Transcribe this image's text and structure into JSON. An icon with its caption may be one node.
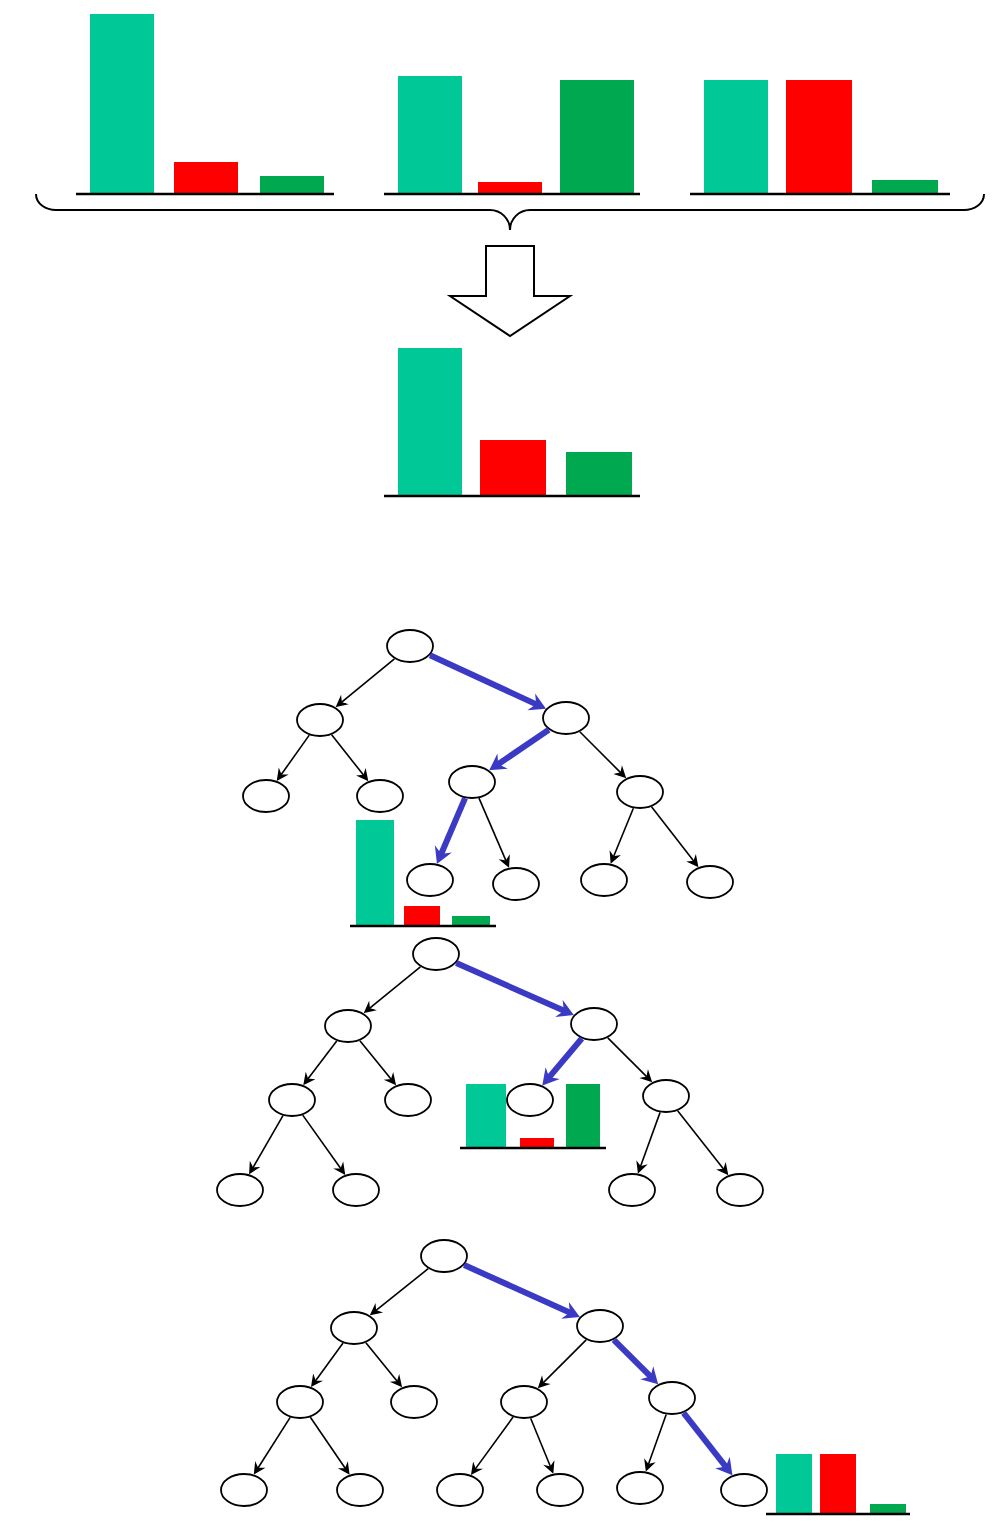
{
  "diagram": {
    "nodes": [
      {
        "text": [],
        "shape": "ellipse"
      },
      {
        "text": [],
        "shape": "ellipse"
      },
      {
        "text": [],
        "shape": "ellipse"
      },
      {
        "text": [],
        "shape": "ellipse"
      },
      {
        "text": [],
        "shape": "ellipse"
      },
      {
        "text": [],
        "shape": "ellipse"
      },
      {
        "text": [],
        "shape": "ellipse"
      },
      {
        "text": [],
        "shape": "ellipse"
      },
      {
        "text": [],
        "shape": "ellipse"
      },
      {
        "text": [],
        "shape": "ellipse"
      },
      {
        "text": [],
        "shape": "ellipse"
      },
      {
        "text": [],
        "shape": "ellipse"
      },
      {
        "text": [],
        "shape": "ellipse"
      },
      {
        "text": [],
        "shape": "ellipse"
      },
      {
        "text": [],
        "shape": "ellipse"
      },
      {
        "text": [],
        "shape": "ellipse"
      },
      {
        "text": [],
        "shape": "ellipse"
      },
      {
        "text": [],
        "shape": "ellipse"
      },
      {
        "text": [],
        "shape": "ellipse"
      },
      {
        "text": [],
        "shape": "ellipse"
      },
      {
        "text": [],
        "shape": "ellipse"
      },
      {
        "text": [],
        "shape": "ellipse"
      },
      {
        "text": [],
        "shape": "ellipse"
      },
      {
        "text": [],
        "shape": "ellipse"
      },
      {
        "text": [],
        "shape": "ellipse"
      },
      {
        "text": [],
        "shape": "ellipse"
      },
      {
        "text": [],
        "shape": "ellipse"
      },
      {
        "text": [],
        "shape": "ellipse"
      },
      {
        "text": [],
        "shape": "ellipse"
      },
      {
        "text": [],
        "shape": "ellipse"
      },
      {
        "text": [],
        "shape": "ellipse"
      },
      {
        "text": [],
        "shape": "ellipse"
      },
      {
        "text": [],
        "shape": "ellipse"
      },
      {
        "text": [],
        "shape": "ellipse"
      },
      {
        "text": [],
        "shape": "ellipse"
      }
    ],
    "edges": [
      {
        "from": 0,
        "to": 1,
        "arrow": "to"
      },
      {
        "from": 0,
        "to": 2,
        "arrow": "to",
        "style": "thick",
        "color": "#3a3ac4"
      },
      {
        "from": 1,
        "to": 3,
        "arrow": "to"
      },
      {
        "from": 1,
        "to": 4,
        "arrow": "to"
      },
      {
        "from": 2,
        "to": 5,
        "arrow": "to",
        "style": "thick",
        "color": "#3a3ac4"
      },
      {
        "from": 2,
        "to": 6,
        "arrow": "to"
      },
      {
        "from": 5,
        "to": 7,
        "arrow": "to",
        "style": "thick",
        "color": "#3a3ac4"
      },
      {
        "from": 5,
        "to": 8,
        "arrow": "to"
      },
      {
        "from": 6,
        "to": 9,
        "arrow": "to"
      },
      {
        "from": 6,
        "to": 10,
        "arrow": "to"
      },
      {
        "from": 11,
        "to": 12,
        "arrow": "to"
      },
      {
        "from": 11,
        "to": 13,
        "arrow": "to",
        "style": "thick",
        "color": "#3a3ac4"
      },
      {
        "from": 12,
        "to": 14,
        "arrow": "to"
      },
      {
        "from": 12,
        "to": 15,
        "arrow": "to"
      },
      {
        "from": 13,
        "to": 16,
        "arrow": "to",
        "style": "thick",
        "color": "#3a3ac4"
      },
      {
        "from": 13,
        "to": 17,
        "arrow": "to"
      },
      {
        "from": 14,
        "to": 18,
        "arrow": "to"
      },
      {
        "from": 14,
        "to": 19,
        "arrow": "to"
      },
      {
        "from": 17,
        "to": 20,
        "arrow": "to"
      },
      {
        "from": 17,
        "to": 21,
        "arrow": "to"
      },
      {
        "from": 22,
        "to": 23,
        "arrow": "to"
      },
      {
        "from": 22,
        "to": 24,
        "arrow": "to",
        "style": "thick",
        "color": "#3a3ac4"
      },
      {
        "from": 23,
        "to": 25,
        "arrow": "to"
      },
      {
        "from": 23,
        "to": 26,
        "arrow": "to"
      },
      {
        "from": 24,
        "to": 27,
        "arrow": "to"
      },
      {
        "from": 24,
        "to": 28,
        "arrow": "to",
        "style": "thick",
        "color": "#3a3ac4"
      },
      {
        "from": 25,
        "to": 29,
        "arrow": "to"
      },
      {
        "from": 25,
        "to": 30,
        "arrow": "to"
      },
      {
        "from": 27,
        "to": 31,
        "arrow": "to"
      },
      {
        "from": 27,
        "to": 32,
        "arrow": "to"
      },
      {
        "from": 28,
        "to": 33,
        "arrow": "to"
      },
      {
        "from": 28,
        "to": 34,
        "arrow": "to",
        "style": "thick",
        "color": "#3a3ac4"
      }
    ]
  }
}
